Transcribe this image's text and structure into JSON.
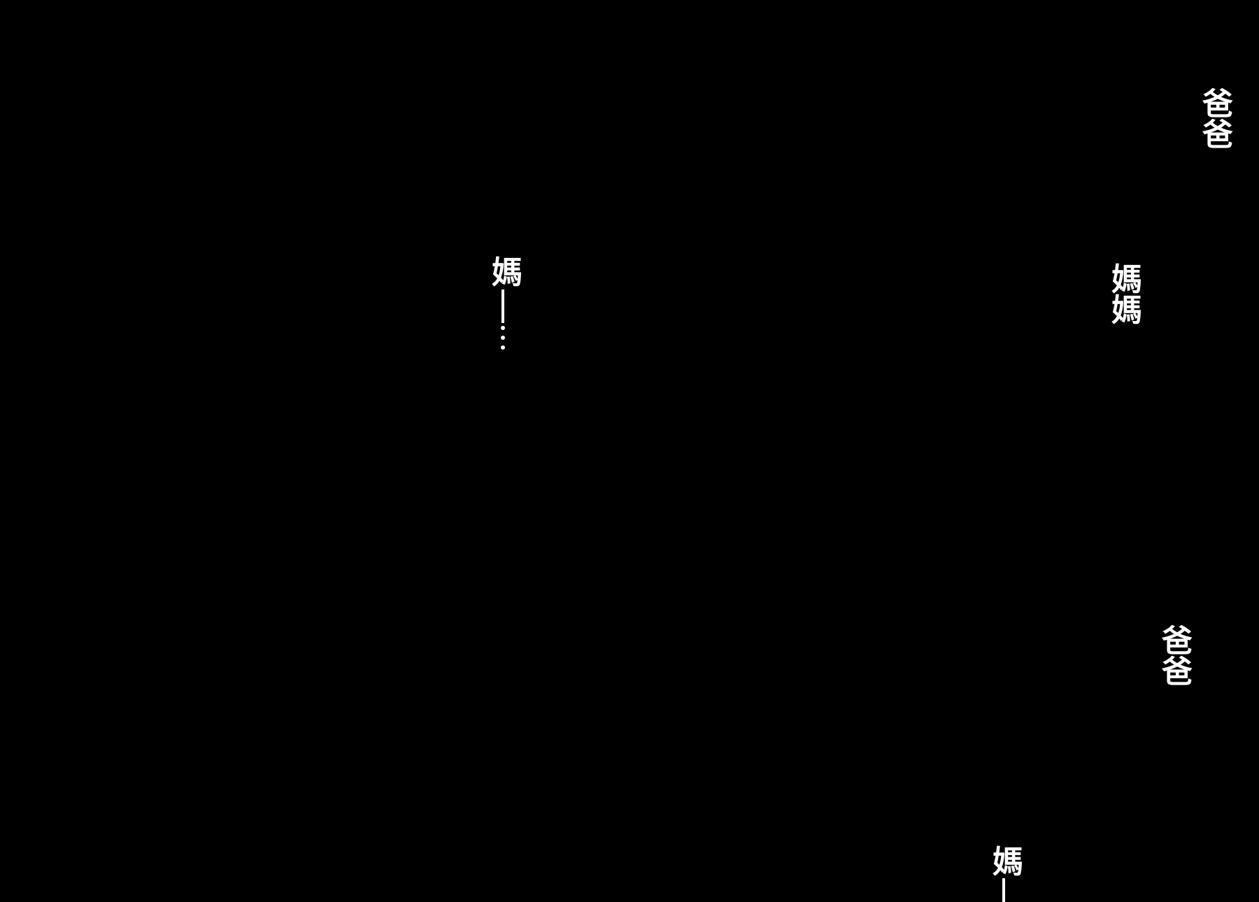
{
  "panel": {
    "background": "#000000",
    "text_color": "#ffffff",
    "bubbles": [
      {
        "text": "爸爸"
      },
      {
        "text": "媽媽"
      },
      {
        "text": "媽"
      },
      {
        "text": "爸爸"
      },
      {
        "text": "媽"
      }
    ]
  }
}
